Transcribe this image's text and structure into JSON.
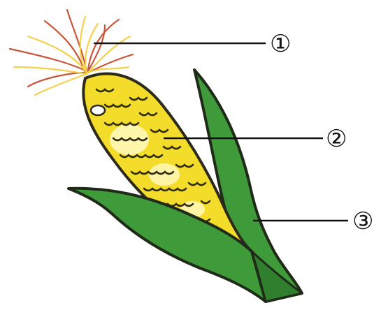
{
  "labels": [
    {
      "id": "label-1",
      "text": "①"
    },
    {
      "id": "label-2",
      "text": "②"
    },
    {
      "id": "label-3",
      "text": "③"
    }
  ],
  "colors": {
    "husk": "#3f9a3a",
    "husk_shade": "#2f7f2f",
    "kernel_base": "#f3dc2a",
    "kernel_highlight": "#fff8b8",
    "kernel_outline": "#2e2a1a",
    "silk_red": "#c9563a",
    "silk_yellow": "#f5d14a",
    "line": "#111111"
  },
  "icons": [
    "corn-ear-icon"
  ]
}
